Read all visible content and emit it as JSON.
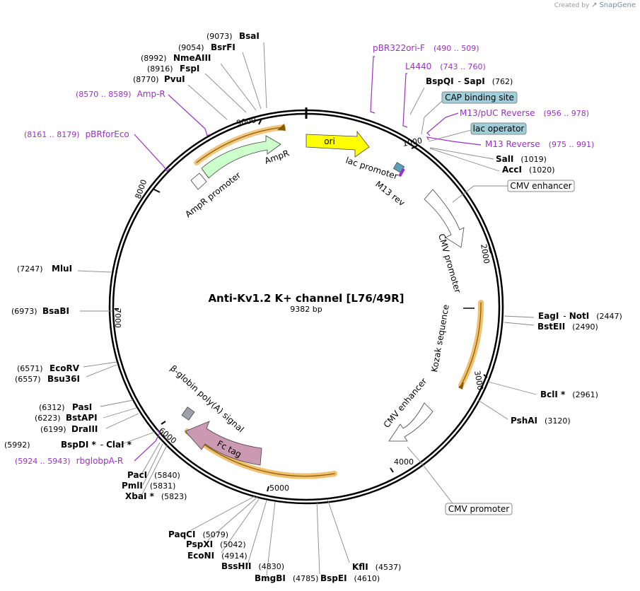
{
  "brand": {
    "created_by": "Created by",
    "app": "SnapGene"
  },
  "plasmid": {
    "name": "Anti-Kv1.2 K+ channel [L76/49R]",
    "length_label": "9382 bp"
  },
  "ticks": [
    "1000",
    "2000",
    "3000",
    "4000",
    "5000",
    "6000",
    "7000",
    "8000",
    "9000"
  ],
  "enzymes": [
    {
      "pos": "(9073)",
      "name": "BsaI"
    },
    {
      "pos": "(9054)",
      "name": "BsrFI"
    },
    {
      "pos": "(8992)",
      "name": "NmeAIII"
    },
    {
      "pos": "(8916)",
      "name": "FspI"
    },
    {
      "pos": "(8770)",
      "name": "PvuI"
    },
    {
      "pos": "(762)",
      "name": "BspQI",
      "name2": "SapI"
    },
    {
      "pos": "(1019)",
      "name": "SalI"
    },
    {
      "pos": "(1020)",
      "name": "AccI"
    },
    {
      "pos": "(2447)",
      "name": "EagI",
      "name2": "NotI"
    },
    {
      "pos": "(2490)",
      "name": "BstEII"
    },
    {
      "pos": "(2961)",
      "name": "BclI *"
    },
    {
      "pos": "(3120)",
      "name": "PshAI"
    },
    {
      "pos": "(4537)",
      "name": "KflI"
    },
    {
      "pos": "(4610)",
      "name": "BspEI"
    },
    {
      "pos": "(4785)",
      "name": "BmgBI"
    },
    {
      "pos": "(4830)",
      "name": "BssHII"
    },
    {
      "pos": "(4914)",
      "name": "EcoNI"
    },
    {
      "pos": "(5042)",
      "name": "PspXI"
    },
    {
      "pos": "(5079)",
      "name": "PaqCI"
    },
    {
      "pos": "(5823)",
      "name": "XbaI *"
    },
    {
      "pos": "(5831)",
      "name": "PmlI"
    },
    {
      "pos": "(5840)",
      "name": "PacI"
    },
    {
      "pos": "(5992)",
      "name": "BspDI *",
      "name2": "ClaI *"
    },
    {
      "pos": "(6199)",
      "name": "DraIII"
    },
    {
      "pos": "(6223)",
      "name": "BstAPI"
    },
    {
      "pos": "(6312)",
      "name": "PasI"
    },
    {
      "pos": "(6557)",
      "name": "Bsu36I"
    },
    {
      "pos": "(6571)",
      "name": "EcoRV"
    },
    {
      "pos": "(6973)",
      "name": "BsaBI"
    },
    {
      "pos": "(7247)",
      "name": "MluI"
    }
  ],
  "primers": [
    {
      "name": "pBR322ori-F",
      "range": "(490 .. 509)"
    },
    {
      "name": "L4440",
      "range": "(743 .. 760)"
    },
    {
      "name": "M13/pUC Reverse",
      "range": "(956 .. 978)"
    },
    {
      "name": "M13 Reverse",
      "range": "(975 .. 991)"
    },
    {
      "name": "Amp-R",
      "range": "(8570 .. 8589)"
    },
    {
      "name": "pBRforEco",
      "range": "(8161 .. 8179)"
    },
    {
      "name": "rbglobpA-R",
      "range": "(5924 .. 5943)"
    }
  ],
  "boxed_labels": [
    {
      "text": "CAP binding site",
      "style": "filled"
    },
    {
      "text": "lac operator",
      "style": "filled"
    },
    {
      "text": "CMV enhancer",
      "style": "outline"
    },
    {
      "text": "CMV promoter",
      "style": "outline"
    }
  ],
  "features": [
    {
      "name": "ori"
    },
    {
      "name": "lac promoter"
    },
    {
      "name": "M13 rev"
    },
    {
      "name": "AmpR"
    },
    {
      "name": "AmpR promoter"
    },
    {
      "name": "CMV promoter"
    },
    {
      "name": "Kozak sequence"
    },
    {
      "name": "CMV enhancer"
    },
    {
      "name": "Fc tag"
    },
    {
      "name": "β-globin poly(A) signal"
    }
  ],
  "colors": {
    "primer": "#9b30c8",
    "ori": "#ffff00",
    "ampr": "#ccffcc",
    "fc": "#cc99b2",
    "orf_glow": "#f0c070",
    "cap_box": "#a0cfdc",
    "polya": "#a0a0aa",
    "backbone": "#000000"
  }
}
